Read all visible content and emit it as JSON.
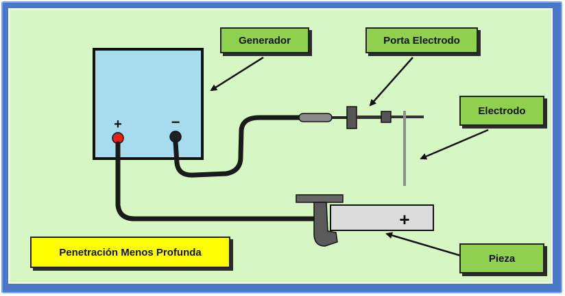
{
  "labels": {
    "generador": "Generador",
    "porta_electrodo": "Porta Electrodo",
    "electrodo": "Electrodo",
    "pieza": "Pieza",
    "penetracion": "Penetración Menos Profunda"
  },
  "terminals": {
    "positive": "+",
    "negative": "−"
  },
  "workpiece_sign": "+",
  "colors": {
    "frame": "#4a78c8",
    "background": "#d6f7c3",
    "label_green": "#8fd14f",
    "label_yellow": "#ffff00",
    "generator": "#a7dcef",
    "positive_terminal": "#e8201a",
    "workpiece": "#dcdcdc"
  }
}
